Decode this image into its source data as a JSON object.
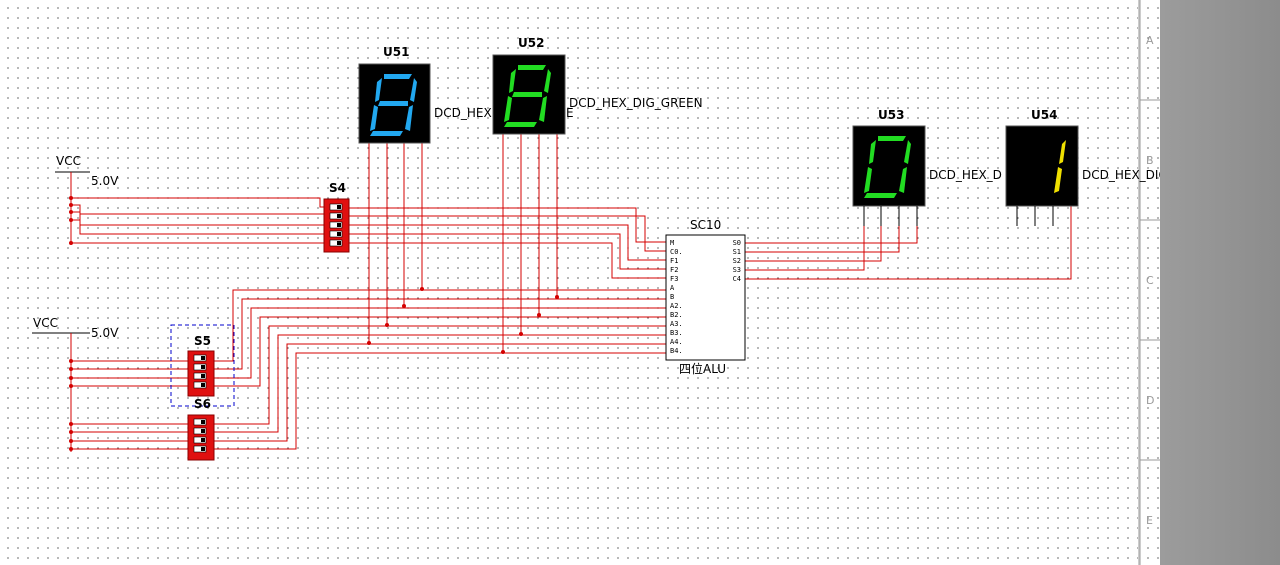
{
  "schematic": {
    "power": [
      {
        "label": "VCC",
        "voltage": "5.0V"
      },
      {
        "label": "VCC",
        "voltage": "5.0V"
      }
    ],
    "switches": [
      "S4",
      "S5",
      "S6"
    ],
    "displays": [
      {
        "ref": "U51",
        "part": "DCD_HEX",
        "digit": "8",
        "color": "#22a8f0"
      },
      {
        "ref": "U52",
        "part": "DCD_HEX_DIG_GREEN",
        "digit": "8",
        "color": "#22dd22"
      },
      {
        "ref": "U53",
        "part": "DCD_HEX_D",
        "digit": "0",
        "color": "#22dd22"
      },
      {
        "ref": "U54",
        "part": "DCD_HEX_DIG_YELLOW",
        "digit": "1",
        "color": "#f0e000"
      }
    ],
    "u51_part_tail": "E",
    "alu": {
      "ref": "SC10",
      "name": "四位ALU",
      "left_pins": [
        "M",
        "C0.",
        "F1",
        "F2",
        "F3",
        "A",
        "B",
        "A2.",
        "B2.",
        "A3.",
        "B3.",
        "A4.",
        "B4."
      ],
      "right_pins": [
        "S0",
        "S1",
        "S2",
        "S3",
        "C4"
      ]
    }
  },
  "border_zones": [
    "A",
    "B",
    "C",
    "D",
    "E"
  ],
  "colors": {
    "wire": "#d40000",
    "switch": "#e01010",
    "selection": "#0000cc"
  }
}
